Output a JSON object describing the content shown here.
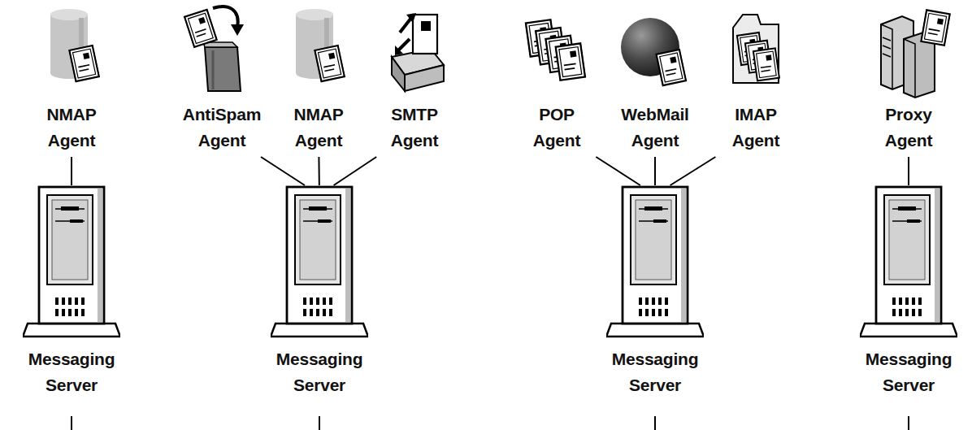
{
  "diagram": {
    "nodes": [
      {
        "text": [
          "NMAP Agent"
        ]
      },
      {
        "text": [
          "AntiSpam Agent"
        ]
      },
      {
        "text": [
          "NMAP Agent"
        ]
      },
      {
        "text": [
          "SMTP Agent"
        ]
      },
      {
        "text": [
          "POP Agent"
        ]
      },
      {
        "text": [
          "WebMail Agent"
        ]
      },
      {
        "text": [
          "IMAP Agent"
        ]
      },
      {
        "text": [
          "Proxy Agent"
        ]
      },
      {
        "text": [
          "Messaging Server"
        ]
      },
      {
        "text": [
          "Messaging Server"
        ]
      },
      {
        "text": [
          "Messaging Server"
        ]
      },
      {
        "text": [
          "Messaging Server"
        ]
      }
    ],
    "edges": [
      {
        "from": 0,
        "to": 8,
        "arrow": "none"
      },
      {
        "from": 1,
        "to": 9,
        "arrow": "none"
      },
      {
        "from": 2,
        "to": 9,
        "arrow": "none"
      },
      {
        "from": 3,
        "to": 9,
        "arrow": "none"
      },
      {
        "from": 4,
        "to": 10,
        "arrow": "none"
      },
      {
        "from": 5,
        "to": 10,
        "arrow": "none"
      },
      {
        "from": 6,
        "to": 10,
        "arrow": "none"
      },
      {
        "from": 7,
        "to": 11,
        "arrow": "none"
      }
    ]
  }
}
